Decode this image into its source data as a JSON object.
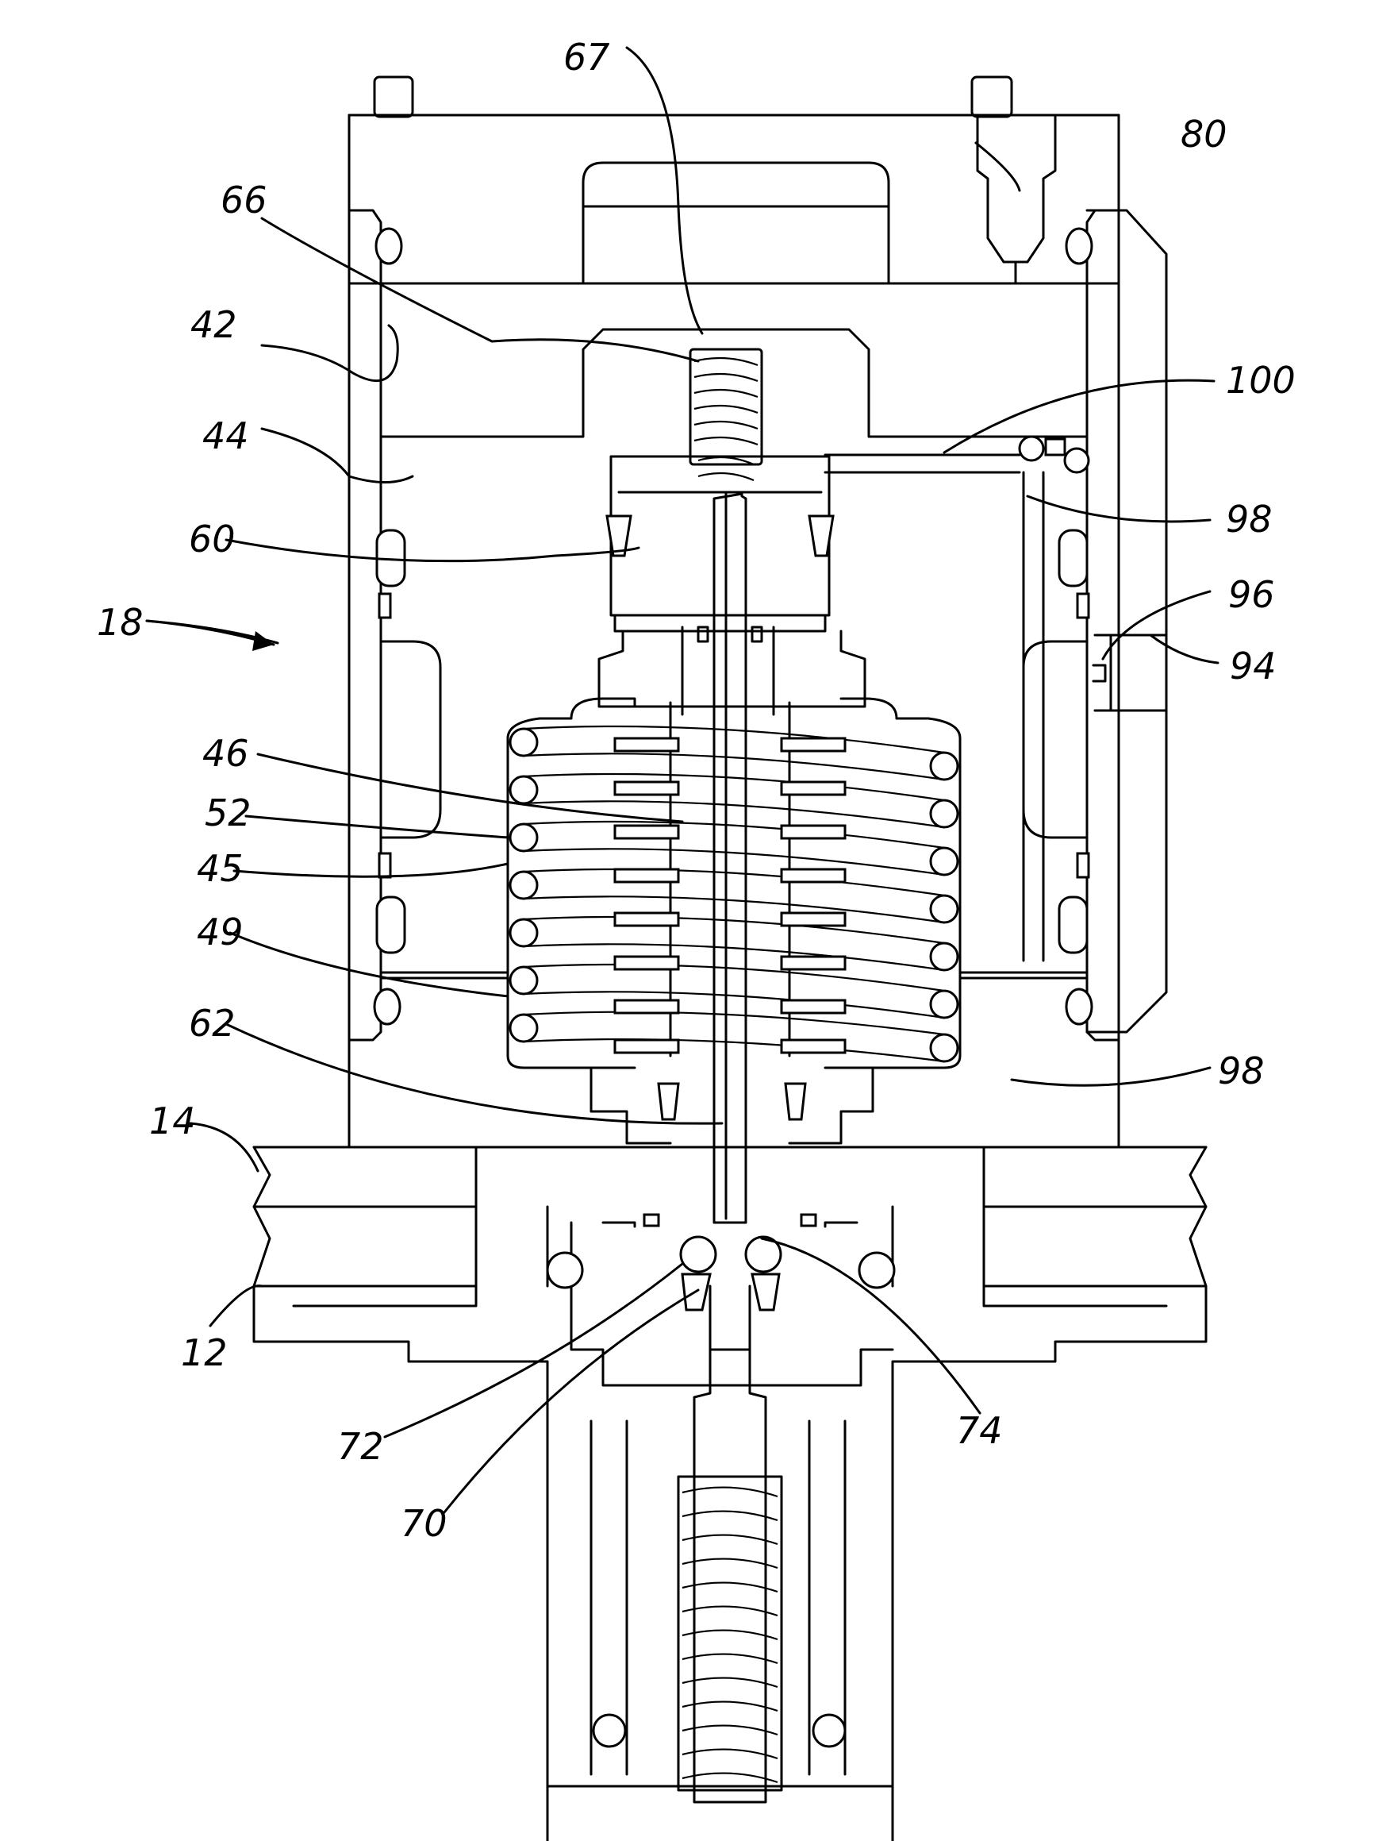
{
  "figure": {
    "labels": {
      "n18": "18",
      "n42": "42",
      "n44": "44",
      "n60": "60",
      "n66": "66",
      "n67": "67",
      "n80": "80",
      "n100": "100",
      "n98a": "98",
      "n96": "96",
      "n94": "94",
      "n46": "46",
      "n52": "52",
      "n45": "45",
      "n49": "49",
      "n62": "62",
      "n98b": "98",
      "n14": "14",
      "n12": "12",
      "n72": "72",
      "n70": "70",
      "n74": "74"
    }
  }
}
